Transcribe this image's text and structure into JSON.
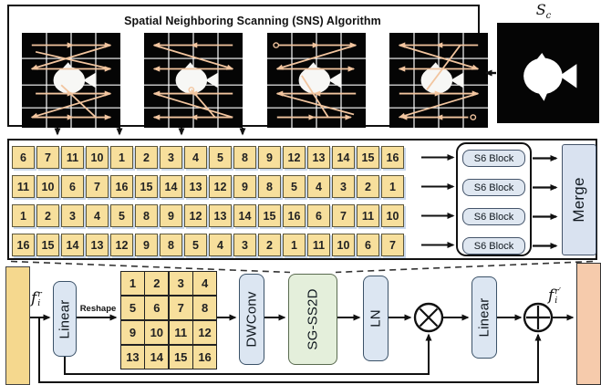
{
  "title": "Spatial Neighboring Scanning (SNS) Algorithm",
  "sc": {
    "label_main": "S",
    "label_sub": "c"
  },
  "scan_rows": [
    [
      6,
      7,
      11,
      10,
      1,
      2,
      3,
      4,
      5,
      8,
      9,
      12,
      13,
      14,
      15,
      16
    ],
    [
      11,
      10,
      6,
      7,
      16,
      15,
      14,
      13,
      12,
      9,
      8,
      5,
      4,
      3,
      2,
      1
    ],
    [
      1,
      2,
      3,
      4,
      5,
      8,
      9,
      12,
      13,
      14,
      15,
      16,
      6,
      7,
      11,
      10
    ],
    [
      16,
      15,
      14,
      13,
      12,
      9,
      8,
      5,
      4,
      3,
      2,
      1,
      11,
      10,
      6,
      7
    ]
  ],
  "s6_blocks": [
    "S6 Block",
    "S6 Block",
    "S6 Block",
    "S6 Block"
  ],
  "merge_label": "Merge",
  "pipeline": {
    "input_label": {
      "base": "f",
      "sup": "r",
      "sub": "i"
    },
    "linear1": "Linear",
    "reshape_label": "Reshape",
    "reshape_grid": [
      [
        1,
        2,
        3,
        4
      ],
      [
        5,
        6,
        7,
        8
      ],
      [
        9,
        10,
        11,
        12
      ],
      [
        13,
        14,
        15,
        16
      ]
    ],
    "dwconv": "DWConv",
    "sgss2d": "SG-SS2D",
    "ln": "LN",
    "linear2": "Linear",
    "output_label": {
      "base": "f",
      "sup": "r′",
      "sub": "i"
    }
  },
  "colors": {
    "cell_fill": "#F7DF9C",
    "block_blue": "#DCE6F2",
    "block_green": "#E4EFDB",
    "left_band": "#F5D88E",
    "right_band": "#F6CBAC",
    "scan_arrow": "#F2C59F"
  }
}
